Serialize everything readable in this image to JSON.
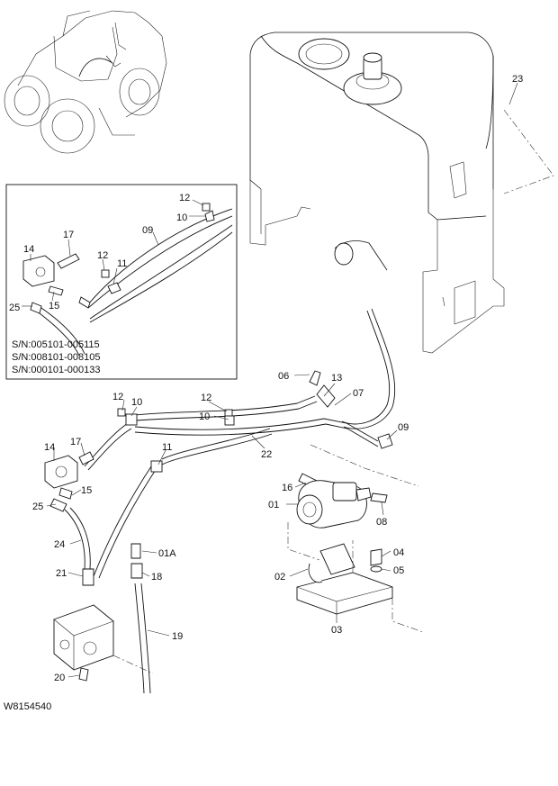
{
  "diagram": {
    "drawing_number": "W8154540",
    "inset_serial_numbers": [
      "S/N:005101-005115",
      "S/N:008101-008105",
      "S/N:000101-000133"
    ],
    "inset_callouts": {
      "c12": "12",
      "c10": "10",
      "c09": "09",
      "c14": "14",
      "c17": "17",
      "c12b": "12",
      "c11": "11",
      "c25": "25",
      "c15": "15"
    },
    "callouts": {
      "c23": "23",
      "c06": "06",
      "c13": "13",
      "c07": "07",
      "c12": "12",
      "c10a": "10",
      "c12b": "12",
      "c10b": "10",
      "c09": "09",
      "c14": "14",
      "c17": "17",
      "c11": "11",
      "c22": "22",
      "c16": "16",
      "c01": "01",
      "c08": "08",
      "c25": "25",
      "c15": "15",
      "c24": "24",
      "c01a": "01A",
      "c04": "04",
      "c21": "21",
      "c18": "18",
      "c05": "05",
      "c02": "02",
      "c03": "03",
      "c19": "19",
      "c20": "20"
    }
  }
}
